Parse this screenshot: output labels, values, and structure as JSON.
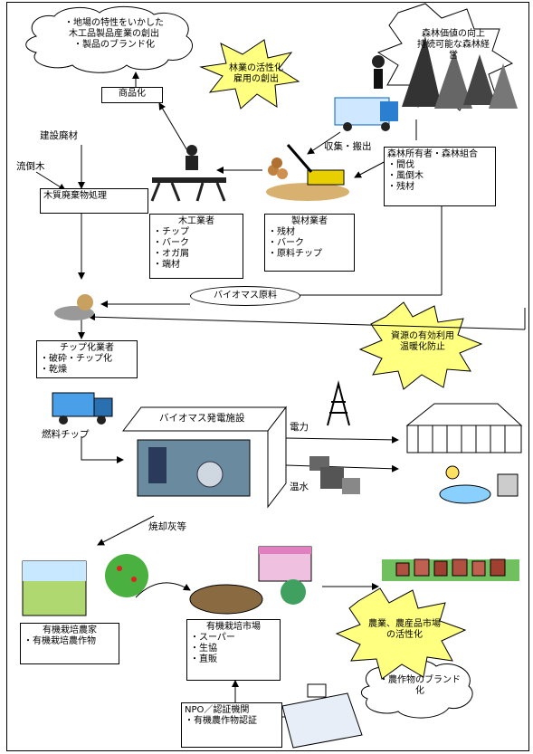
{
  "cloud_top_left": {
    "lines": [
      "・地場の特性をいかした",
      "木工品製品産業の創出",
      "・製品のブランド化"
    ]
  },
  "star_forestry": {
    "lines": [
      "林業の活性化",
      "雇用の創出"
    ]
  },
  "cloud_top_right": {
    "lines": [
      "森林価値の向上",
      "持続可能な森林経",
      "営"
    ]
  },
  "box_commercialize": {
    "label": "商品化"
  },
  "label_construction_waste": "建設廃材",
  "label_driftwood": "流倒木",
  "box_wood_waste": {
    "label": "木質廃棄物処理"
  },
  "label_collect": "収集・搬出",
  "box_forest_owner": {
    "title": "森林所有者・森林組合",
    "items": [
      "・間伐",
      "・風倒木",
      "・残材"
    ]
  },
  "box_woodworker": {
    "title": "木工業者",
    "items": [
      "・チップ",
      "・バーク",
      "・オガ屑",
      "・端材"
    ]
  },
  "box_sawmill": {
    "title": "製材業者",
    "items": [
      "・残材",
      "・バーク",
      "・原料チップ"
    ]
  },
  "ellipse_biomass": {
    "label": "バイオマス原料"
  },
  "star_resource": {
    "lines": [
      "資源の有効利用",
      "温暖化防止"
    ]
  },
  "box_chip_maker": {
    "title": "チップ化業者",
    "items": [
      "・破砕・チップ化",
      "・乾燥"
    ]
  },
  "box_plant": {
    "title": "バイオマス発電施設"
  },
  "label_fuel_chip": "燃料チップ",
  "label_power": "電力",
  "label_hot_water": "温水",
  "label_ash": "焼却灰等",
  "box_organic_farmer": {
    "title": "有機栽培農家",
    "items": [
      "・有機栽培農作物"
    ]
  },
  "box_organic_market": {
    "title": "有機栽培市場",
    "items": [
      "・スーパー",
      "・生協",
      "・直販"
    ]
  },
  "star_agriculture": {
    "lines": [
      "農業、農産品市場",
      "の活性化"
    ]
  },
  "box_npo": {
    "title": "NPO／認証機関",
    "items": [
      "・有機農作物認証"
    ]
  },
  "cloud_brand": {
    "lines": [
      "・農作物のブランド",
      "化"
    ]
  }
}
